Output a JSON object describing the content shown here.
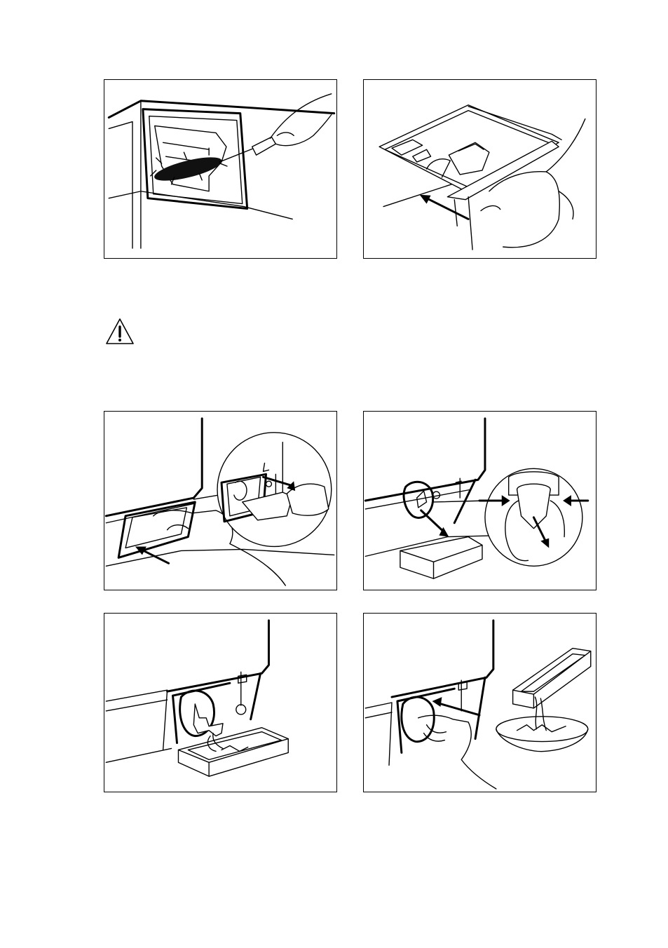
{
  "figures": [
    {
      "id": "fig-1",
      "icon": "brush-cleaning-dispenser-icon"
    },
    {
      "id": "fig-2",
      "icon": "insert-dispenser-drawer-icon"
    },
    {
      "id": "fig-3",
      "icon": "open-filter-flap-icon"
    },
    {
      "id": "fig-4",
      "icon": "remove-filter-cap-icon"
    },
    {
      "id": "fig-5",
      "icon": "drain-water-into-tray-icon"
    },
    {
      "id": "fig-6",
      "icon": "reinsert-filter-and-empty-tray-icon"
    }
  ],
  "warning": {
    "icon": "warning-triangle-icon",
    "color": "#000000"
  }
}
